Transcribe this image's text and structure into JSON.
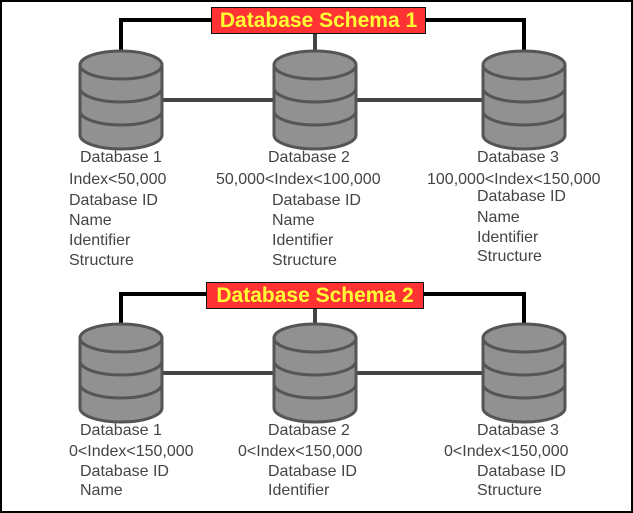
{
  "schemas": [
    {
      "title": "Database Schema 1",
      "databases": [
        {
          "name": "Database 1",
          "range": "Index<50,000",
          "fields": [
            "Database ID",
            "Name",
            "Identifier",
            "Structure"
          ]
        },
        {
          "name": "Database 2",
          "range": "50,000<Index<100,000",
          "fields": [
            "Database ID",
            "Name",
            "Identifier",
            "Structure"
          ]
        },
        {
          "name": "Database 3",
          "range": "100,000<Index<150,000",
          "fields": [
            "Database ID",
            "Name",
            "Identifier",
            "Structure"
          ]
        }
      ]
    },
    {
      "title": "Database Schema 2",
      "databases": [
        {
          "name": "Database 1",
          "range": "0<Index<150,000",
          "fields": [
            "Database ID",
            "Name"
          ]
        },
        {
          "name": "Database 2",
          "range": "0<Index<150,000",
          "fields": [
            "Database ID",
            "Identifier"
          ]
        },
        {
          "name": "Database 3",
          "range": "0<Index<150,000",
          "fields": [
            "Database ID",
            "Structure"
          ]
        }
      ]
    }
  ],
  "colors": {
    "title_bg": "#ff3333",
    "title_text": "#ffff33",
    "cylinder_fill": "#919191",
    "cylinder_stroke": "#555555"
  }
}
